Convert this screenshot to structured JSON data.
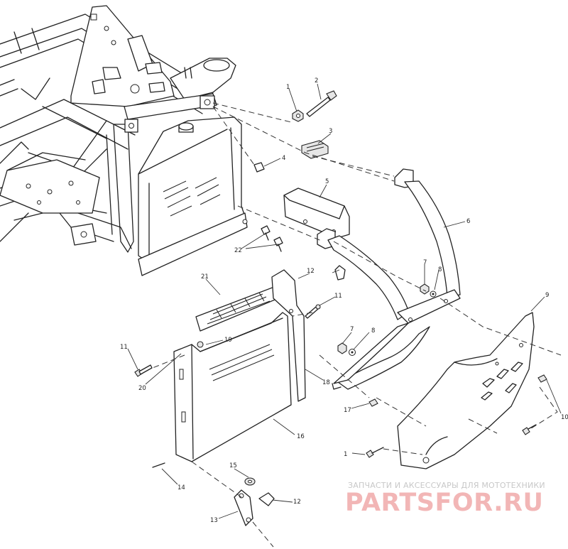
{
  "callouts": [
    "1",
    "2",
    "3",
    "4",
    "5",
    "6",
    "7",
    "8",
    "9",
    "10",
    "11",
    "12",
    "13",
    "14",
    "15",
    "16",
    "17",
    "18",
    "19",
    "20",
    "21",
    "22"
  ],
  "callout_labels": {
    "n1_top": "1",
    "n2": "2",
    "n3": "3",
    "n4": "4",
    "n5": "5",
    "n6": "6",
    "n7_upper": "7",
    "n8_upper": "8",
    "n9": "9",
    "n10": "10",
    "n11_left": "11",
    "n11_mid": "11",
    "n12_upper": "12",
    "n12_lower": "12",
    "n13": "13",
    "n14": "14",
    "n1_lower": "1",
    "n15": "15",
    "n16": "16",
    "n17": "17",
    "n18": "18",
    "n19": "19",
    "n20": "20",
    "n21": "21",
    "n22": "22",
    "n7_lower": "7",
    "n8_lower": "8"
  },
  "watermark": {
    "subtitle": "ЗАПЧАСТИ И АКСЕССУАРЫ ДЛЯ МОТОТЕХНИКИ",
    "brand": "PARTSFOR.RU"
  },
  "colors": {
    "line": "#222222",
    "watermark_brand": "#f2b6b6",
    "watermark_sub": "#c8c8c8"
  }
}
